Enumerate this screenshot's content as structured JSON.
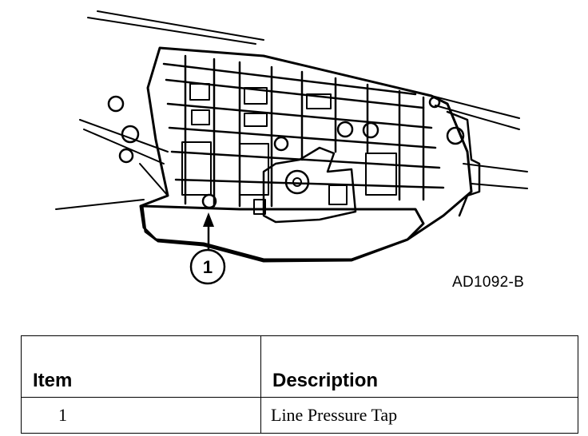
{
  "figure": {
    "callout_number": "1",
    "figure_id": "AD1092-B"
  },
  "legend": {
    "headers": [
      "Item",
      "Description"
    ],
    "rows": [
      {
        "item": "1",
        "description": "Line Pressure Tap"
      }
    ]
  }
}
